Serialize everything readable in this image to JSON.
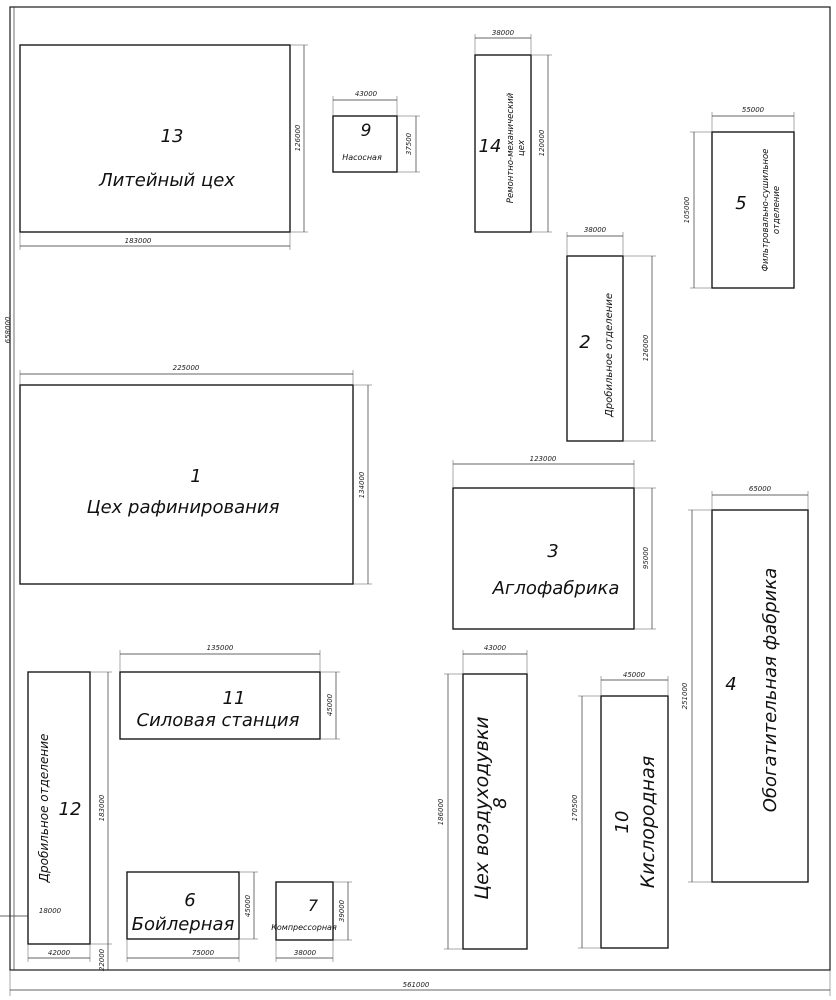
{
  "site": {
    "total_width": "561000",
    "total_height": "658000"
  },
  "buildings": {
    "b13": {
      "number": "13",
      "name": "Литейный цех",
      "width_dim": "183000",
      "height_dim": "126000"
    },
    "b9": {
      "number": "9",
      "name": "Насосная",
      "width_dim": "43000",
      "height_dim": "37500"
    },
    "b14": {
      "number": "14",
      "name_line1": "Ремонтно-механический",
      "name_line2": "цех",
      "width_dim": "38000",
      "height_dim": "120000"
    },
    "b5": {
      "number": "5",
      "name_line1": "Фильтровально-сушильное",
      "name_line2": "отделение",
      "width_dim": "55000",
      "height_dim": "105000"
    },
    "b2": {
      "number": "2",
      "name": "Дробильное отделение",
      "width_dim": "38000",
      "height_dim": "126000"
    },
    "b1": {
      "number": "1",
      "name": "Цех рафинирования",
      "width_dim": "225000",
      "height_dim": "134000"
    },
    "b3": {
      "number": "3",
      "name": "Аглофабрика",
      "width_dim": "123000",
      "height_dim": "95000"
    },
    "b4": {
      "number": "4",
      "name": "Обогатительная фабрика",
      "width_dim": "65000",
      "height_dim": "251000"
    },
    "b11": {
      "number": "11",
      "name": "Силовая станция",
      "width_dim": "135000",
      "height_dim": "45000"
    },
    "b12": {
      "number": "12",
      "name": "Дробильное отделение",
      "width_dim": "42000",
      "height_dim": "183000",
      "offset_dim": "18000",
      "gap_dim": "22000"
    },
    "b8": {
      "number": "8",
      "name": "Цех воздуходувки",
      "width_dim": "43000",
      "height_dim": "186000"
    },
    "b10": {
      "number": "10",
      "name": "Кислородная",
      "width_dim": "45000",
      "height_dim": "170500"
    },
    "b6": {
      "number": "6",
      "name": "Бойлерная",
      "width_dim": "75000",
      "height_dim": "45000"
    },
    "b7": {
      "number": "7",
      "name": "Компрессорная",
      "width_dim": "38000",
      "height_dim": "39000"
    }
  }
}
